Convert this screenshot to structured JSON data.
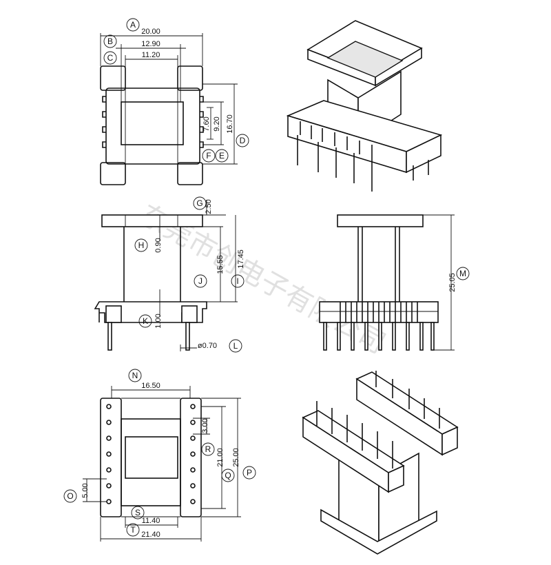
{
  "watermark": "东莞市创电子有限公司",
  "dimensions": [
    {
      "id": "A",
      "value": "20.00"
    },
    {
      "id": "B",
      "value": "12.90"
    },
    {
      "id": "C",
      "value": "11.20"
    },
    {
      "id": "D",
      "value": "16.70"
    },
    {
      "id": "E",
      "value": "9.20"
    },
    {
      "id": "F",
      "value": "7.60"
    },
    {
      "id": "G",
      "value": "2.50"
    },
    {
      "id": "H",
      "value": "0.90"
    },
    {
      "id": "I",
      "value": "17.45"
    },
    {
      "id": "J",
      "value": "15.55"
    },
    {
      "id": "K",
      "value": "1.00"
    },
    {
      "id": "L",
      "value": "ø0.70"
    },
    {
      "id": "M",
      "value": "25.05"
    },
    {
      "id": "N",
      "value": "16.50"
    },
    {
      "id": "O",
      "value": "5.00"
    },
    {
      "id": "P",
      "value": "25.00"
    },
    {
      "id": "Q",
      "value": "21.00"
    },
    {
      "id": "R",
      "value": "3.00"
    },
    {
      "id": "S",
      "value": "11.40"
    },
    {
      "id": "T",
      "value": "21.40"
    }
  ]
}
